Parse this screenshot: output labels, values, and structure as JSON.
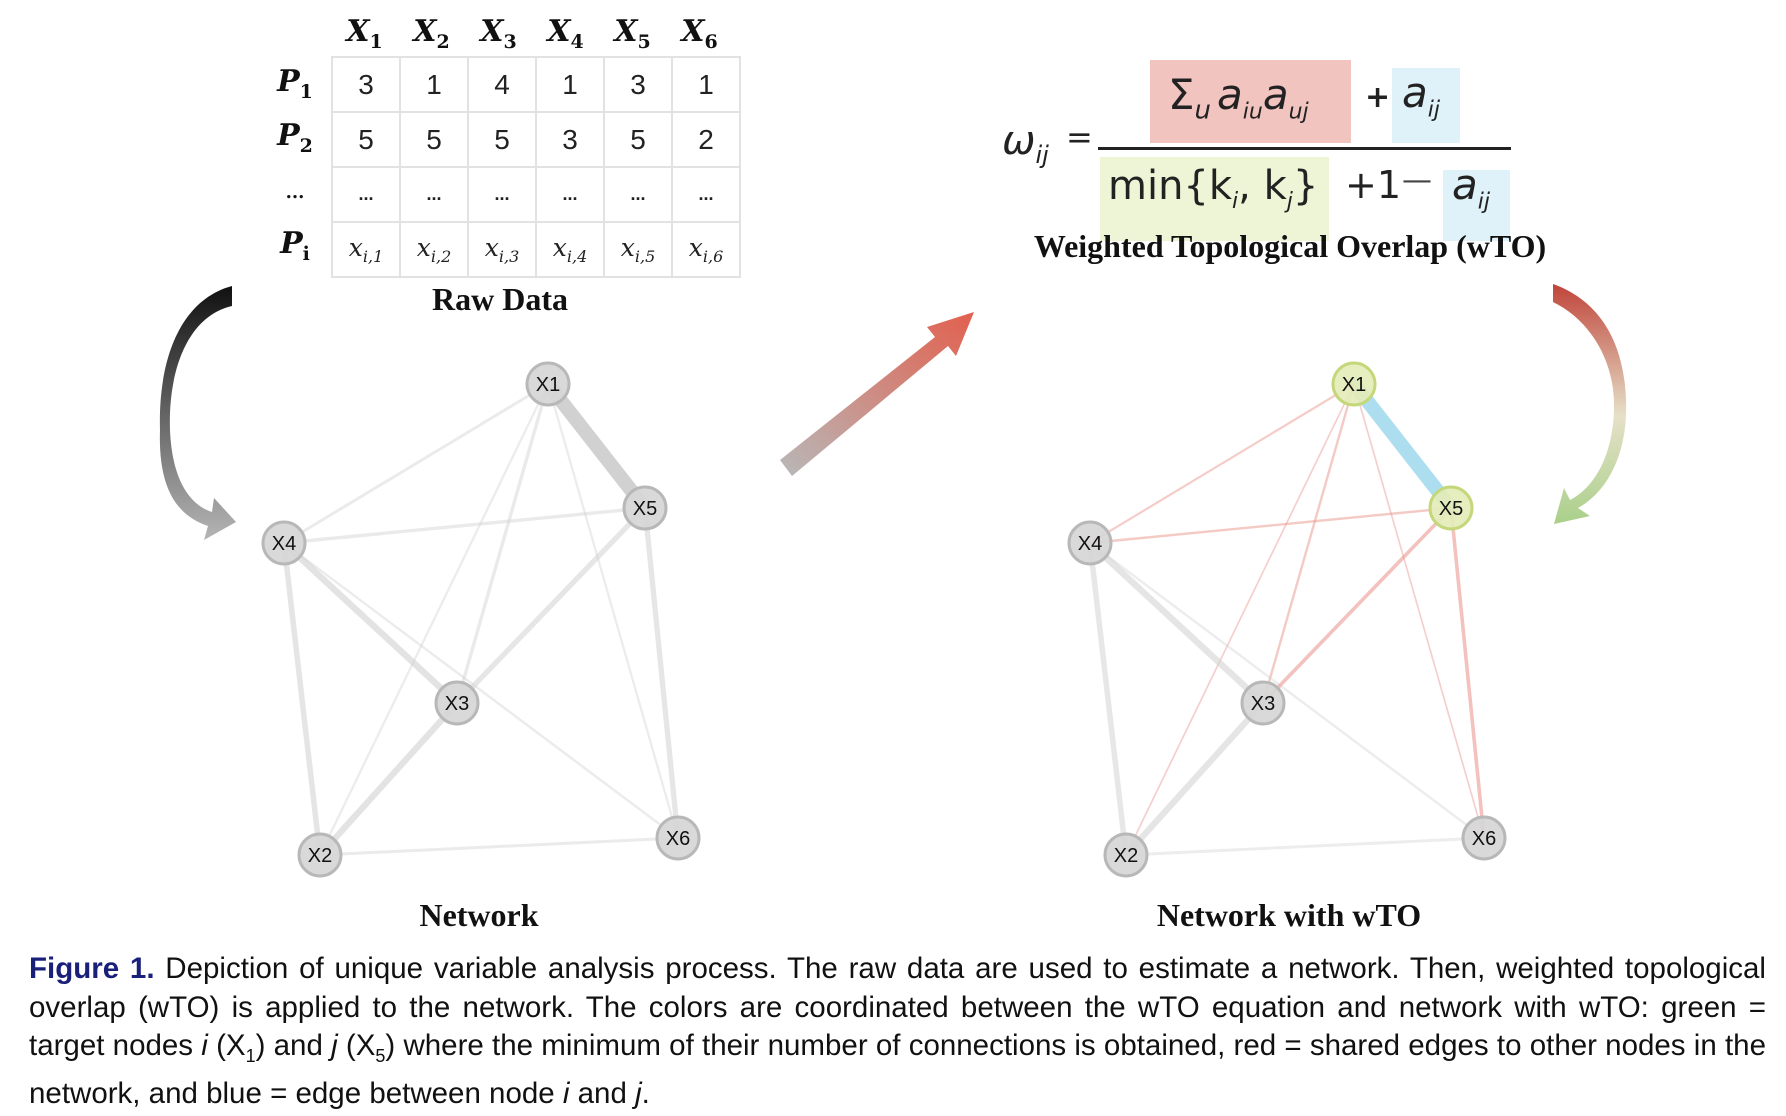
{
  "raw_data": {
    "title": "Raw Data",
    "columns": [
      "X",
      "X",
      "X",
      "X",
      "X",
      "X"
    ],
    "column_subscripts": [
      "1",
      "2",
      "3",
      "4",
      "5",
      "6"
    ],
    "rows": [
      {
        "label": "P",
        "sub": "1",
        "cells": [
          "3",
          "1",
          "4",
          "1",
          "3",
          "1"
        ]
      },
      {
        "label": "P",
        "sub": "2",
        "cells": [
          "5",
          "5",
          "5",
          "3",
          "5",
          "2"
        ]
      },
      {
        "label": "...",
        "sub": "",
        "cells": [
          "...",
          "...",
          "...",
          "...",
          "...",
          "..."
        ]
      },
      {
        "label": "P",
        "sub": "i",
        "cells": [
          "x",
          "x",
          "x",
          "x",
          "x",
          "x"
        ],
        "cell_subs": [
          "i,1",
          "i,2",
          "i,3",
          "i,4",
          "i,5",
          "i,6"
        ]
      }
    ]
  },
  "formula": {
    "title": "Weighted Topological Overlap (wTO)",
    "lhs": "ω",
    "lhs_sub": "ij",
    "equals": "=",
    "numerator_sum": "Σ",
    "numerator_sum_sub": "u",
    "numerator_term": "a",
    "numerator_term_subs": [
      "iu",
      "uj"
    ],
    "plus": "+",
    "a_ij": "a",
    "a_ij_sub": "ij",
    "denominator_min": "min{k",
    "denominator_min_sub_i": "i",
    "denominator_comma": ", k",
    "denominator_min_sub_j": "j",
    "denominator_close": "}",
    "plus_one": "+1",
    "minus": "—",
    "colors": {
      "shared_edges_box": "#f2c4c0",
      "edge_ij_box": "#dff2fa",
      "min_box": "#eef4d6"
    }
  },
  "network_plain": {
    "title": "Network",
    "nodes": [
      {
        "id": "X1",
        "label": "X1"
      },
      {
        "id": "X2",
        "label": "X2"
      },
      {
        "id": "X3",
        "label": "X3"
      },
      {
        "id": "X4",
        "label": "X4"
      },
      {
        "id": "X5",
        "label": "X5"
      },
      {
        "id": "X6",
        "label": "X6"
      }
    ],
    "edges": [
      {
        "from": "X1",
        "to": "X5",
        "weight": 1.0
      },
      {
        "from": "X1",
        "to": "X4",
        "weight": 0.12
      },
      {
        "from": "X1",
        "to": "X3",
        "weight": 0.15
      },
      {
        "from": "X1",
        "to": "X2",
        "weight": 0.06
      },
      {
        "from": "X1",
        "to": "X6",
        "weight": 0.06
      },
      {
        "from": "X4",
        "to": "X5",
        "weight": 0.15
      },
      {
        "from": "X4",
        "to": "X3",
        "weight": 0.4
      },
      {
        "from": "X4",
        "to": "X2",
        "weight": 0.32
      },
      {
        "from": "X4",
        "to": "X6",
        "weight": 0.08
      },
      {
        "from": "X5",
        "to": "X3",
        "weight": 0.3
      },
      {
        "from": "X5",
        "to": "X6",
        "weight": 0.3
      },
      {
        "from": "X3",
        "to": "X2",
        "weight": 0.38
      },
      {
        "from": "X2",
        "to": "X6",
        "weight": 0.12
      }
    ],
    "colors": {
      "node_fill": "#d6d6d6",
      "node_stroke": "#b8b8b8",
      "edge": "#cfcfcf"
    }
  },
  "network_wto": {
    "title": "Network with wTO",
    "target_nodes": [
      "X1",
      "X5"
    ],
    "edge_ij": [
      "X1",
      "X5"
    ],
    "shared_edges": [
      [
        "X1",
        "X4"
      ],
      [
        "X1",
        "X3"
      ],
      [
        "X1",
        "X2"
      ],
      [
        "X1",
        "X6"
      ],
      [
        "X5",
        "X4"
      ],
      [
        "X5",
        "X3"
      ],
      [
        "X5",
        "X6"
      ]
    ],
    "colors": {
      "target_node_fill": "#e4ecb8",
      "target_node_stroke": "#c4d77a",
      "edge_ij": "#a8dcef",
      "shared_edge": "#eb9a92",
      "other_edge": "#d3d3d3"
    }
  },
  "caption": {
    "label": "Figure 1.",
    "text_1": " Depiction of unique variable analysis process. The raw data are used to estimate a network. Then, weighted topological overlap (wTO) is applied to the network. The colors are coordinated between the wTO equation and network with wTO: green = target nodes ",
    "i": "i",
    "x1": " (X",
    "x1_sub": "1",
    "and": ") and ",
    "j": "j",
    "x5": " (X",
    "x5_sub": "5",
    "text_2": ") where the minimum of their number of connections is obtained, red = shared edges to other nodes in the network, and blue = edge between node ",
    "i2": "i",
    "and2": " and ",
    "j2": "j",
    "end": "."
  },
  "arrows": {
    "left_curve": {
      "from": "Raw Data",
      "to": "Network",
      "colors": [
        "#111111",
        "#b5b5b5"
      ]
    },
    "center": {
      "from": "Network",
      "to": "wTO",
      "colors": [
        "#b8b8b8",
        "#e2604e"
      ]
    },
    "right_curve": {
      "from": "wTO",
      "to": "Network with wTO",
      "colors": [
        "#c0453b",
        "#a9d08a"
      ]
    }
  }
}
